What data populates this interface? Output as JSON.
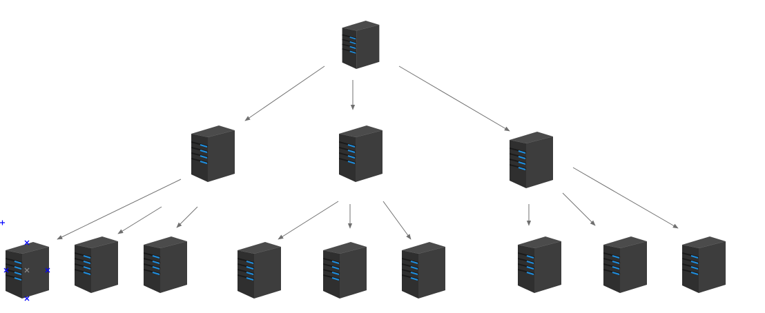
{
  "diagram": {
    "node_icon": "server-tower-icon",
    "colors": {
      "edge": "#6f6f6f",
      "server_top": "#4a4a4a",
      "server_front": "#333333",
      "server_side": "#3c3c3c",
      "server_led": "#1f8fe0",
      "selection_handle": "#0000ff"
    },
    "tree": {
      "id": "root",
      "children": [
        {
          "id": "a",
          "children": [
            {
              "id": "a1"
            },
            {
              "id": "a2"
            },
            {
              "id": "a3"
            }
          ]
        },
        {
          "id": "b",
          "children": [
            {
              "id": "b1"
            },
            {
              "id": "b2"
            },
            {
              "id": "b3"
            }
          ]
        },
        {
          "id": "c",
          "children": [
            {
              "id": "c1"
            },
            {
              "id": "c2"
            },
            {
              "id": "c3"
            }
          ]
        }
      ]
    },
    "selected_node": "a1"
  }
}
